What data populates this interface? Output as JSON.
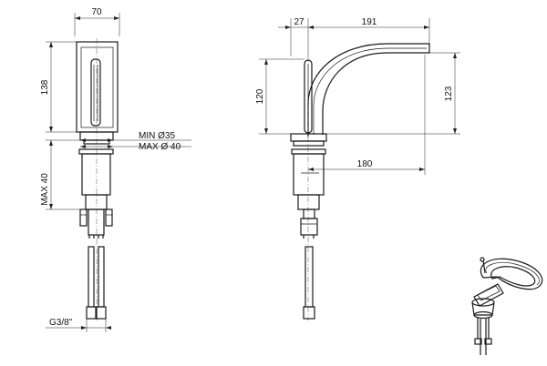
{
  "front_view": {
    "width_label": "70",
    "height_label": "138",
    "max_depth_label": "MAX 40",
    "hole_min_label": "MIN Ø35",
    "hole_max_label": "MAX Ø 40",
    "thread_label": "G3/8\""
  },
  "side_view": {
    "offset_label": "27",
    "reach_label": "191",
    "height_label": "120",
    "outlet_height_label": "123",
    "spout_label": "180"
  }
}
